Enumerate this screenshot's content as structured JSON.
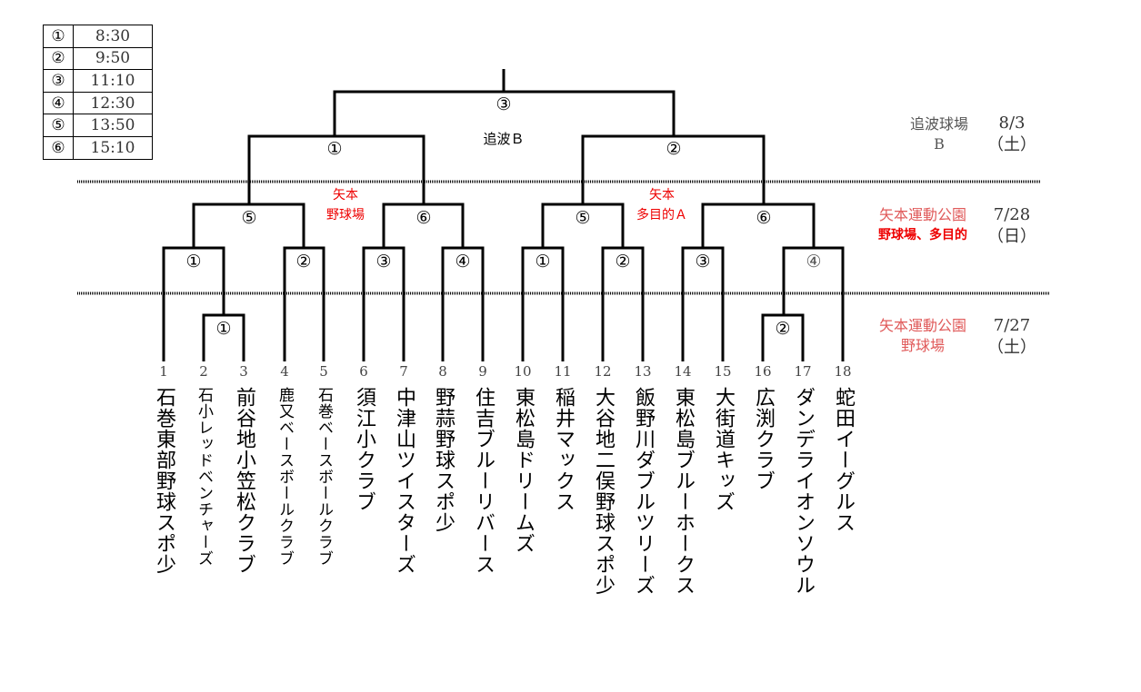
{
  "schedule": [
    {
      "match": "①",
      "time": "8:30"
    },
    {
      "match": "②",
      "time": "9:50"
    },
    {
      "match": "③",
      "time": "11:10"
    },
    {
      "match": "④",
      "time": "12:30"
    },
    {
      "match": "⑤",
      "time": "13:50"
    },
    {
      "match": "⑥",
      "time": "15:10"
    }
  ],
  "teams": [
    {
      "no": "1",
      "name": "石巻東部野球スポ少"
    },
    {
      "no": "2",
      "name": "石小レッドベンチャーズ"
    },
    {
      "no": "3",
      "name": "前谷地小笠松クラブ"
    },
    {
      "no": "4",
      "name": "鹿又ベースボールクラブ"
    },
    {
      "no": "5",
      "name": "石巻ベースボールクラブ"
    },
    {
      "no": "6",
      "name": "須江小クラブ"
    },
    {
      "no": "7",
      "name": "中津山ツイスターズ"
    },
    {
      "no": "8",
      "name": "野蒜野球スポ少"
    },
    {
      "no": "9",
      "name": "住吉ブルーリバース"
    },
    {
      "no": "10",
      "name": "東松島ドリームズ"
    },
    {
      "no": "11",
      "name": "稲井マックス"
    },
    {
      "no": "12",
      "name": "大谷地二俣野球スポ少"
    },
    {
      "no": "13",
      "name": "飯野川ダブルツリーズ"
    },
    {
      "no": "14",
      "name": "東松島ブルーホークス"
    },
    {
      "no": "15",
      "name": "大街道キッズ"
    },
    {
      "no": "16",
      "name": "広渕クラブ"
    },
    {
      "no": "17",
      "name": "ダンデライオンソウル"
    },
    {
      "no": "18",
      "name": "蛇田イーグルス"
    }
  ],
  "matches": {
    "prelim_left": "①",
    "prelim_right": "②",
    "r1": [
      "①",
      "②",
      "③",
      "④",
      "①",
      "②",
      "③",
      "④"
    ],
    "r2": [
      "⑤",
      "⑥",
      "⑤",
      "⑥"
    ],
    "semi": [
      "①",
      "②"
    ],
    "final": "③"
  },
  "bracket_venues": {
    "final": "追波Ｂ",
    "left_r2_line1": "矢本",
    "left_r2_line2": "野球場",
    "right_r2_line1": "矢本",
    "right_r2_line2": "多目的Ａ"
  },
  "day_legend": [
    {
      "venue1": "追波球場",
      "venue2": "B",
      "date": "8/3",
      "weekday": "（土）"
    },
    {
      "venue1": "矢本運動公園",
      "venue2": "野球場、多目的",
      "date": "7/28",
      "weekday": "（日）"
    },
    {
      "venue1": "矢本運動公園",
      "venue2": "野球場",
      "date": "7/27",
      "weekday": "（土）"
    }
  ]
}
